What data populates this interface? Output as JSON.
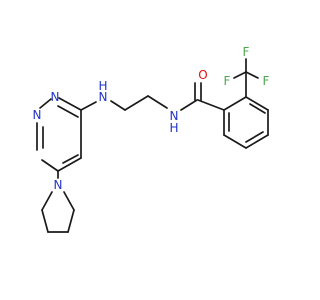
{
  "molecule": {
    "atom_labels": {
      "n_amine": "N",
      "h_amine": "H",
      "n_amide": "N",
      "h_amide": "H",
      "o_carbonyl": "O",
      "n_pyr1": "N",
      "n_pyr3": "N",
      "n_pyrrolidine": "N",
      "f1": "F",
      "f2": "F",
      "f3": "F"
    },
    "colors": {
      "bond": "#1a1a1a",
      "nitrogen": "#2233cc",
      "oxygen": "#dd1111",
      "fluorine": "#4fa84f"
    }
  }
}
